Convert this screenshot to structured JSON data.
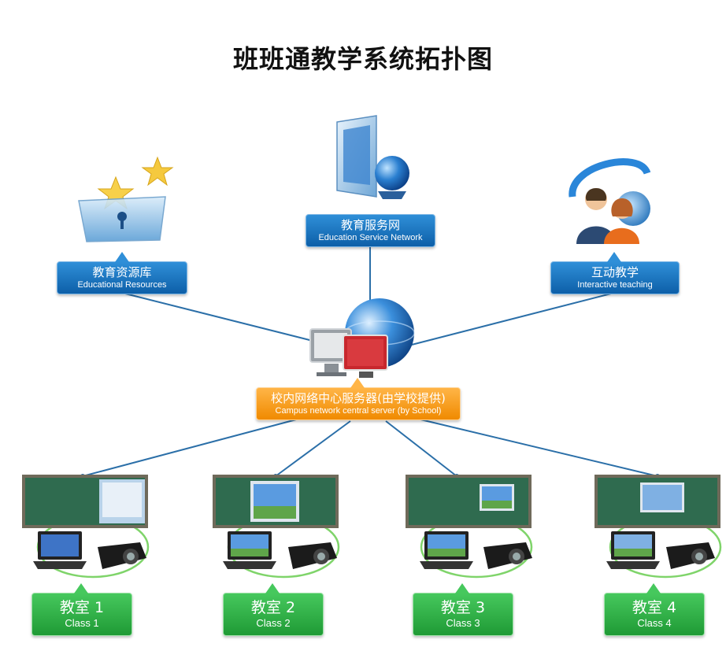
{
  "title": "班班通教学系统拓扑图",
  "nodes": {
    "service_network": {
      "zh": "教育服务网",
      "en": "Education Service Network"
    },
    "resources": {
      "zh": "教育资源库",
      "en": "Educational Resources"
    },
    "interactive": {
      "zh": "互动教学",
      "en": "Interactive teaching"
    },
    "server": {
      "zh": "校内网络中心服务器(由学校提供)",
      "en": "Campus network central server (by School)"
    }
  },
  "classrooms": [
    {
      "zh": "教室 1",
      "en": "Class 1"
    },
    {
      "zh": "教室 2",
      "en": "Class 2"
    },
    {
      "zh": "教室 3",
      "en": "Class 3"
    },
    {
      "zh": "教室 4",
      "en": "Class 4"
    }
  ],
  "colors": {
    "blue_label": "#0d5fa8",
    "orange_label": "#f08a00",
    "green_label": "#1f9a35",
    "link_line": "#2b6fa8"
  }
}
